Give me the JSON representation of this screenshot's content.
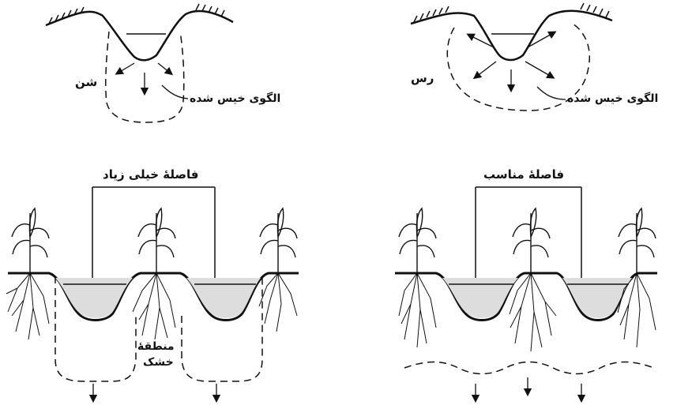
{
  "labels": {
    "sand": "شن",
    "clay": "رس",
    "wetting_pattern": "الگوی خیس شده",
    "spacing_too_wide": "فاصلهٔ خیلی زیاد",
    "spacing_proper": "فاصلهٔ مناسب",
    "dry_zone_line1": "منطقهٔ",
    "dry_zone_line2": "خشک"
  },
  "colors": {
    "ink": "#111111",
    "water": "#ffffff",
    "background": "#ffffff"
  }
}
